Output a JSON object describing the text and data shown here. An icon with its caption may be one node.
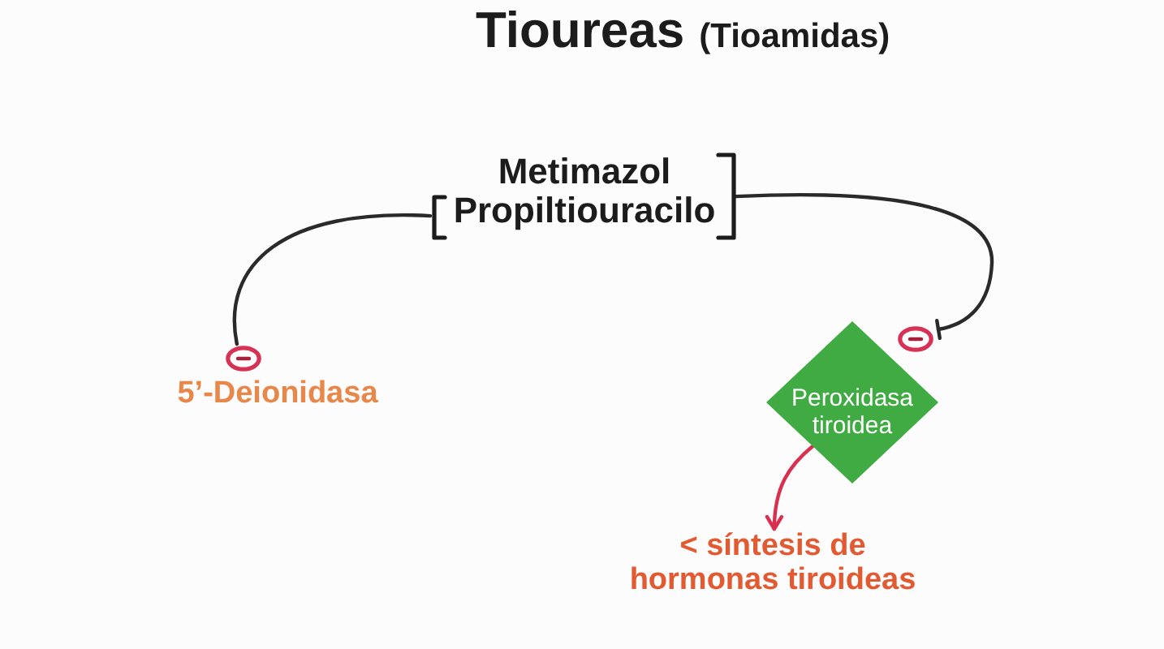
{
  "diagram": {
    "title": "Tioureas",
    "nodes": [
      {
        "text": [
          "Metimazol Propiltiouracilo"
        ]
      },
      {
        "text": [
          "5’-Deionidasa"
        ]
      },
      {
        "text": [
          "Peroxidasa tiroidea"
        ]
      },
      {
        "text": [
          "< síntesis de hormonas tiroideas"
        ]
      }
    ],
    "edges": [
      {
        "from": 0,
        "to": 1,
        "arrow": "none"
      },
      {
        "from": 0,
        "to": 2,
        "arrow": "other"
      },
      {
        "from": 2,
        "to": 3,
        "arrow": "to",
        "color": "#d9304f"
      }
    ],
    "labels": [
      "(Tioamidas)"
    ]
  }
}
